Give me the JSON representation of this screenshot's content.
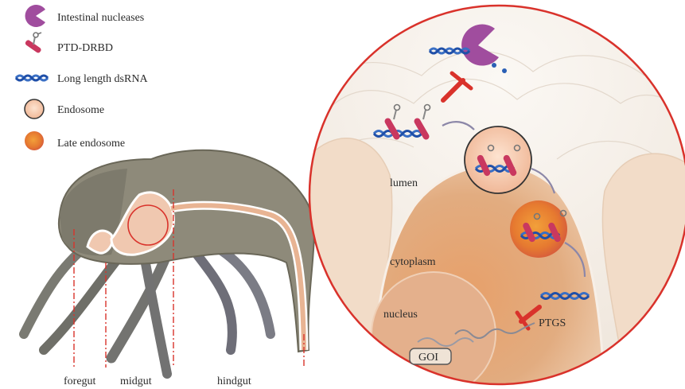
{
  "legend": {
    "items": [
      {
        "icon": "nuclease-icon",
        "label": "Intestinal nucleases"
      },
      {
        "icon": "ptd-drbd-icon",
        "label": "PTD-DRBD"
      },
      {
        "icon": "dsrna-icon",
        "label": "Long length dsRNA"
      },
      {
        "icon": "endosome-icon",
        "label": "Endosome"
      },
      {
        "icon": "late-endosome-icon",
        "label": "Late endosome"
      }
    ]
  },
  "gut_labels": {
    "foregut": "foregut",
    "midgut": "midgut",
    "hindgut": "hindgut"
  },
  "cell_labels": {
    "lumen": "lumen",
    "cytoplasm": "cytoplasm",
    "nucleus": "nucleus",
    "ptgs": "PTGS",
    "goi": "GOI"
  },
  "colors": {
    "circle_border": "#d9322b",
    "nuclease": "#a04d9e",
    "dsrna_blue": "#3a6fc4",
    "ptd_pink": "#c9385f",
    "inhibitor_red": "#d9322b",
    "cytoplasm": "#e0a070",
    "late_endosome": "#e8802e"
  }
}
